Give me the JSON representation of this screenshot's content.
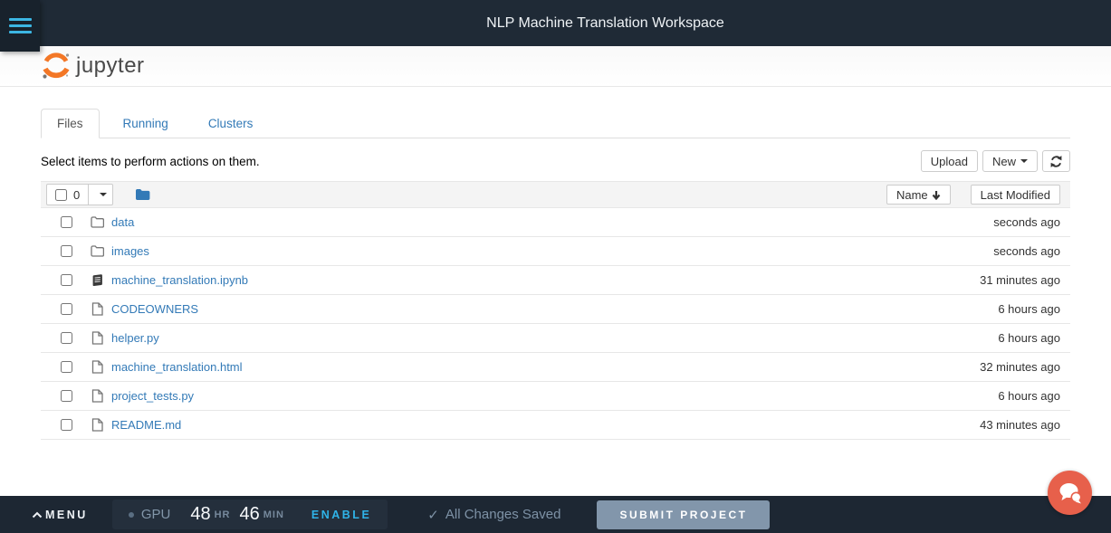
{
  "topbar": {
    "title": "NLP Machine Translation Workspace"
  },
  "brand": {
    "wordmark": "jupyter"
  },
  "tabs": [
    {
      "label": "Files",
      "active": true
    },
    {
      "label": "Running",
      "active": false
    },
    {
      "label": "Clusters",
      "active": false
    }
  ],
  "actions": {
    "hint": "Select items to perform actions on them.",
    "upload_label": "Upload",
    "new_label": "New"
  },
  "list_header": {
    "selected_count": "0",
    "sort_label": "Name",
    "last_modified_label": "Last Modified"
  },
  "files": [
    {
      "name": "data",
      "type": "folder",
      "modified": "seconds ago"
    },
    {
      "name": "images",
      "type": "folder",
      "modified": "seconds ago"
    },
    {
      "name": "machine_translation.ipynb",
      "type": "notebook",
      "modified": "31 minutes ago"
    },
    {
      "name": "CODEOWNERS",
      "type": "file",
      "modified": "6 hours ago"
    },
    {
      "name": "helper.py",
      "type": "file",
      "modified": "6 hours ago"
    },
    {
      "name": "machine_translation.html",
      "type": "file",
      "modified": "32 minutes ago"
    },
    {
      "name": "project_tests.py",
      "type": "file",
      "modified": "6 hours ago"
    },
    {
      "name": "README.md",
      "type": "file",
      "modified": "43 minutes ago"
    }
  ],
  "statusbar": {
    "menu_label": "MENU",
    "gpu_label": "GPU",
    "hours_value": "48",
    "hours_unit": "HR",
    "minutes_value": "46",
    "minutes_unit": "MIN",
    "enable_label": "ENABLE",
    "saved_check": "✓",
    "saved_text": "All Changes Saved",
    "submit_label": "SUBMIT PROJECT"
  },
  "colors": {
    "topbar_bg": "#1f2a36",
    "bottombar_bg": "#1d2733",
    "accent_cyan": "#2fb3e8",
    "link_blue": "#337ab7",
    "jupyter_orange": "#f37726",
    "fab_red": "#e7604b",
    "submit_bg": "#8296ab"
  }
}
